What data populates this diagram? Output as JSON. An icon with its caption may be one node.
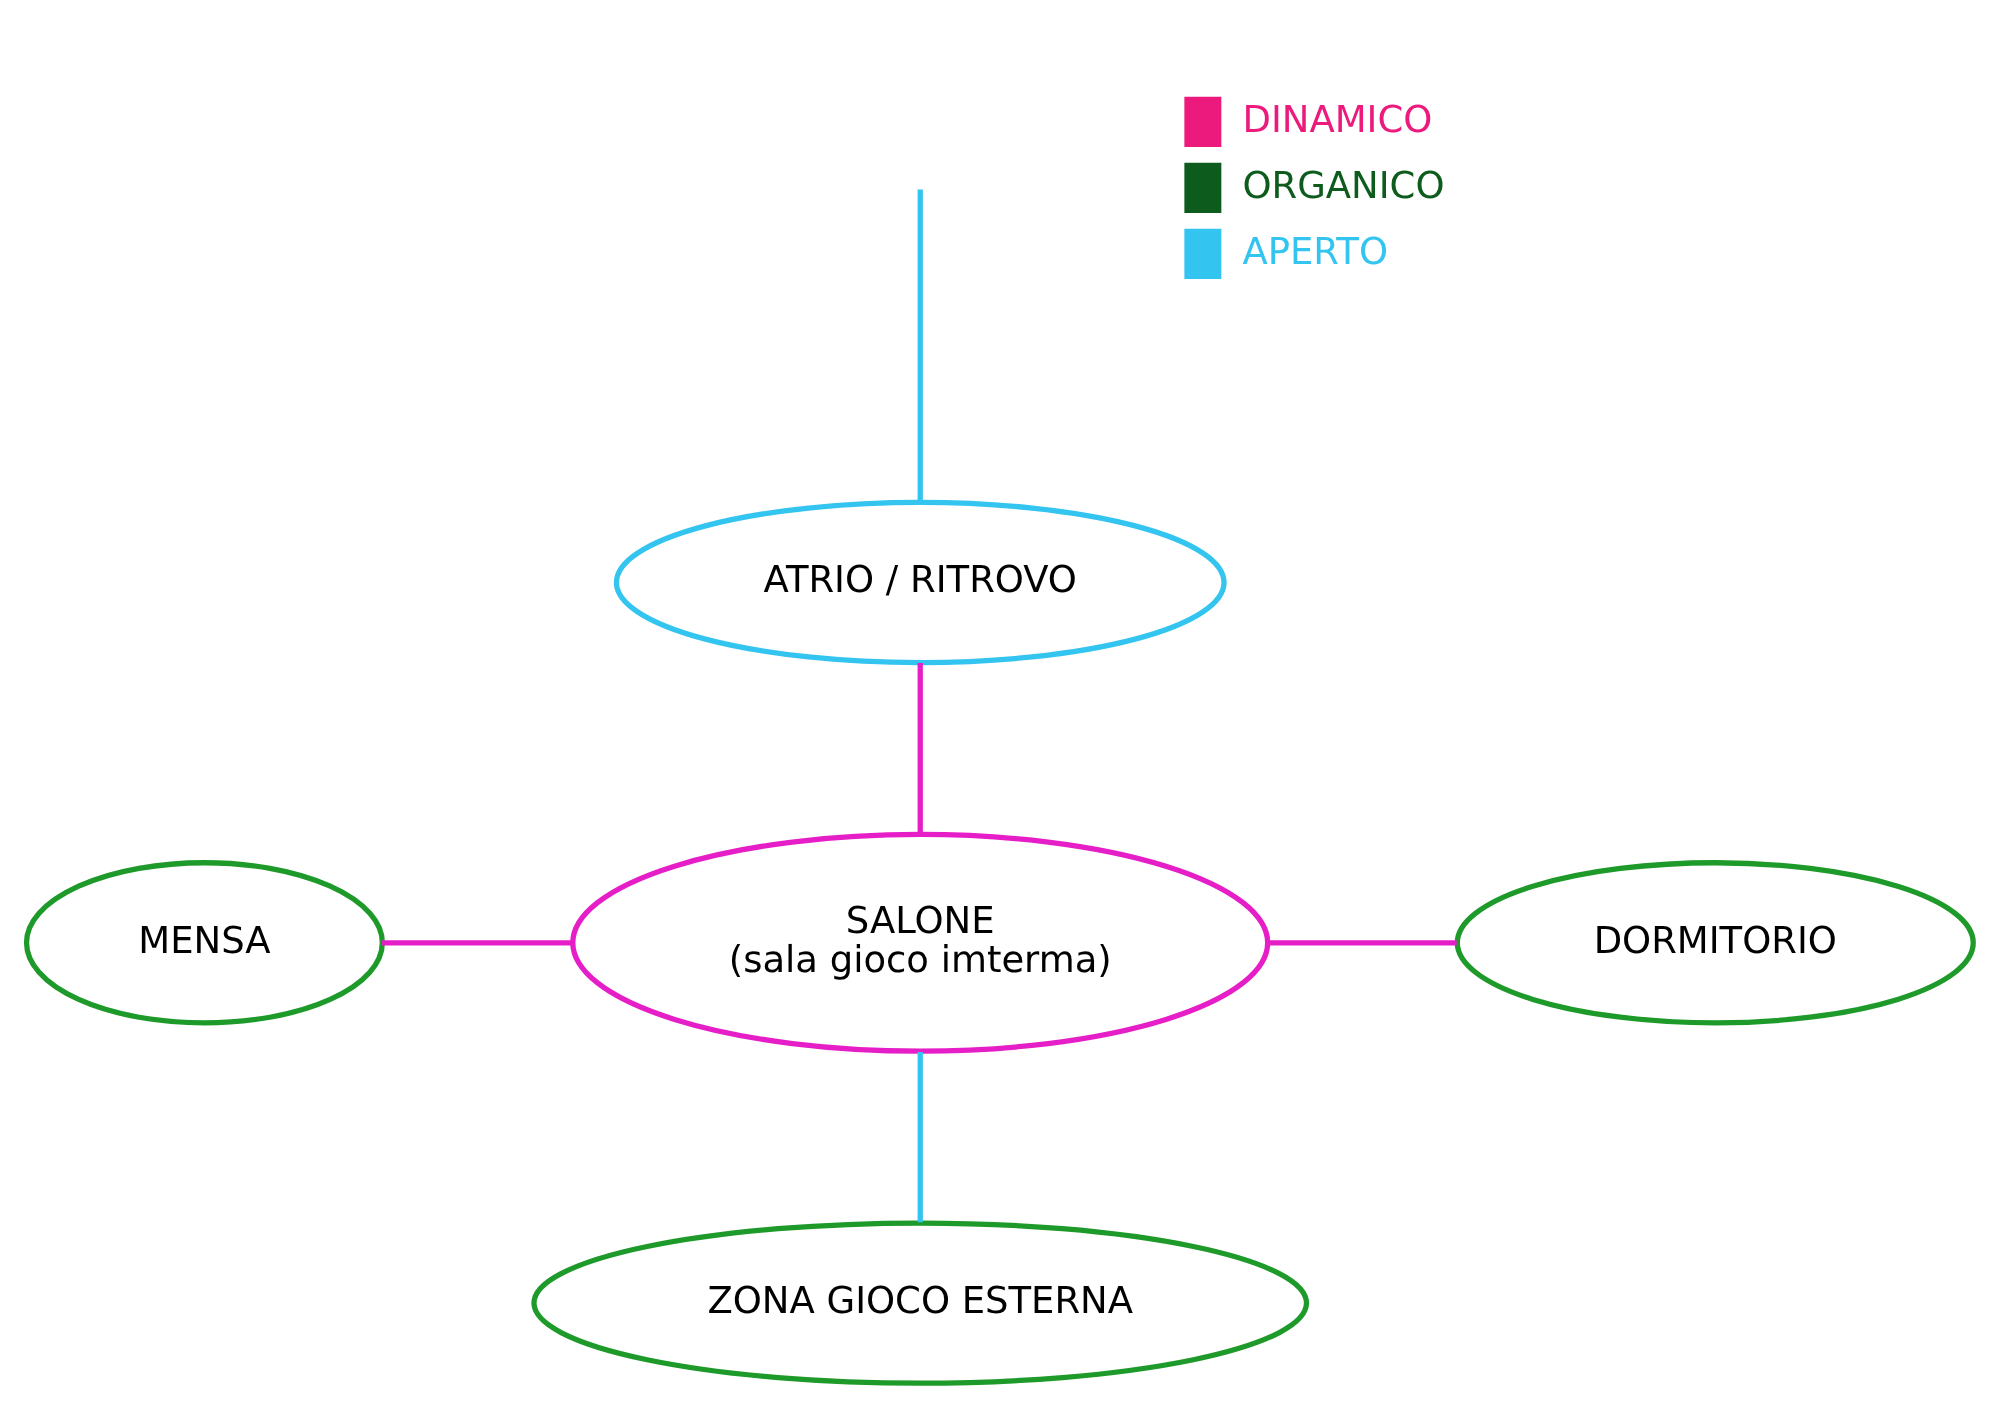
{
  "diagram": {
    "nodes": [
      {
        "text": [
          "ATRIO / RITROVO"
        ]
      },
      {
        "text": [
          "MENSA"
        ]
      },
      {
        "text": [
          "SALONE",
          "(sala gioco imterma)"
        ]
      },
      {
        "text": [
          "DORMITORIO"
        ]
      },
      {
        "text": [
          "ZONA GIOCO ESTERNA"
        ]
      }
    ],
    "edges": [
      {
        "from": null,
        "to": 0,
        "arrow": "none",
        "color": "#33c4f0"
      },
      {
        "from": 0,
        "to": 2,
        "arrow": "none"
      },
      {
        "from": 1,
        "to": 2,
        "arrow": "none"
      },
      {
        "from": 2,
        "to": 3,
        "arrow": "none"
      },
      {
        "from": 2,
        "to": 4,
        "arrow": "none",
        "color": "#33c4f0"
      }
    ],
    "legend": [
      {
        "text": "DINAMICO",
        "color": "#ec1a7c"
      },
      {
        "text": "ORGANICO",
        "color": "#0d5c1e"
      },
      {
        "text": "APERTO",
        "color": "#33c4f0"
      }
    ]
  }
}
